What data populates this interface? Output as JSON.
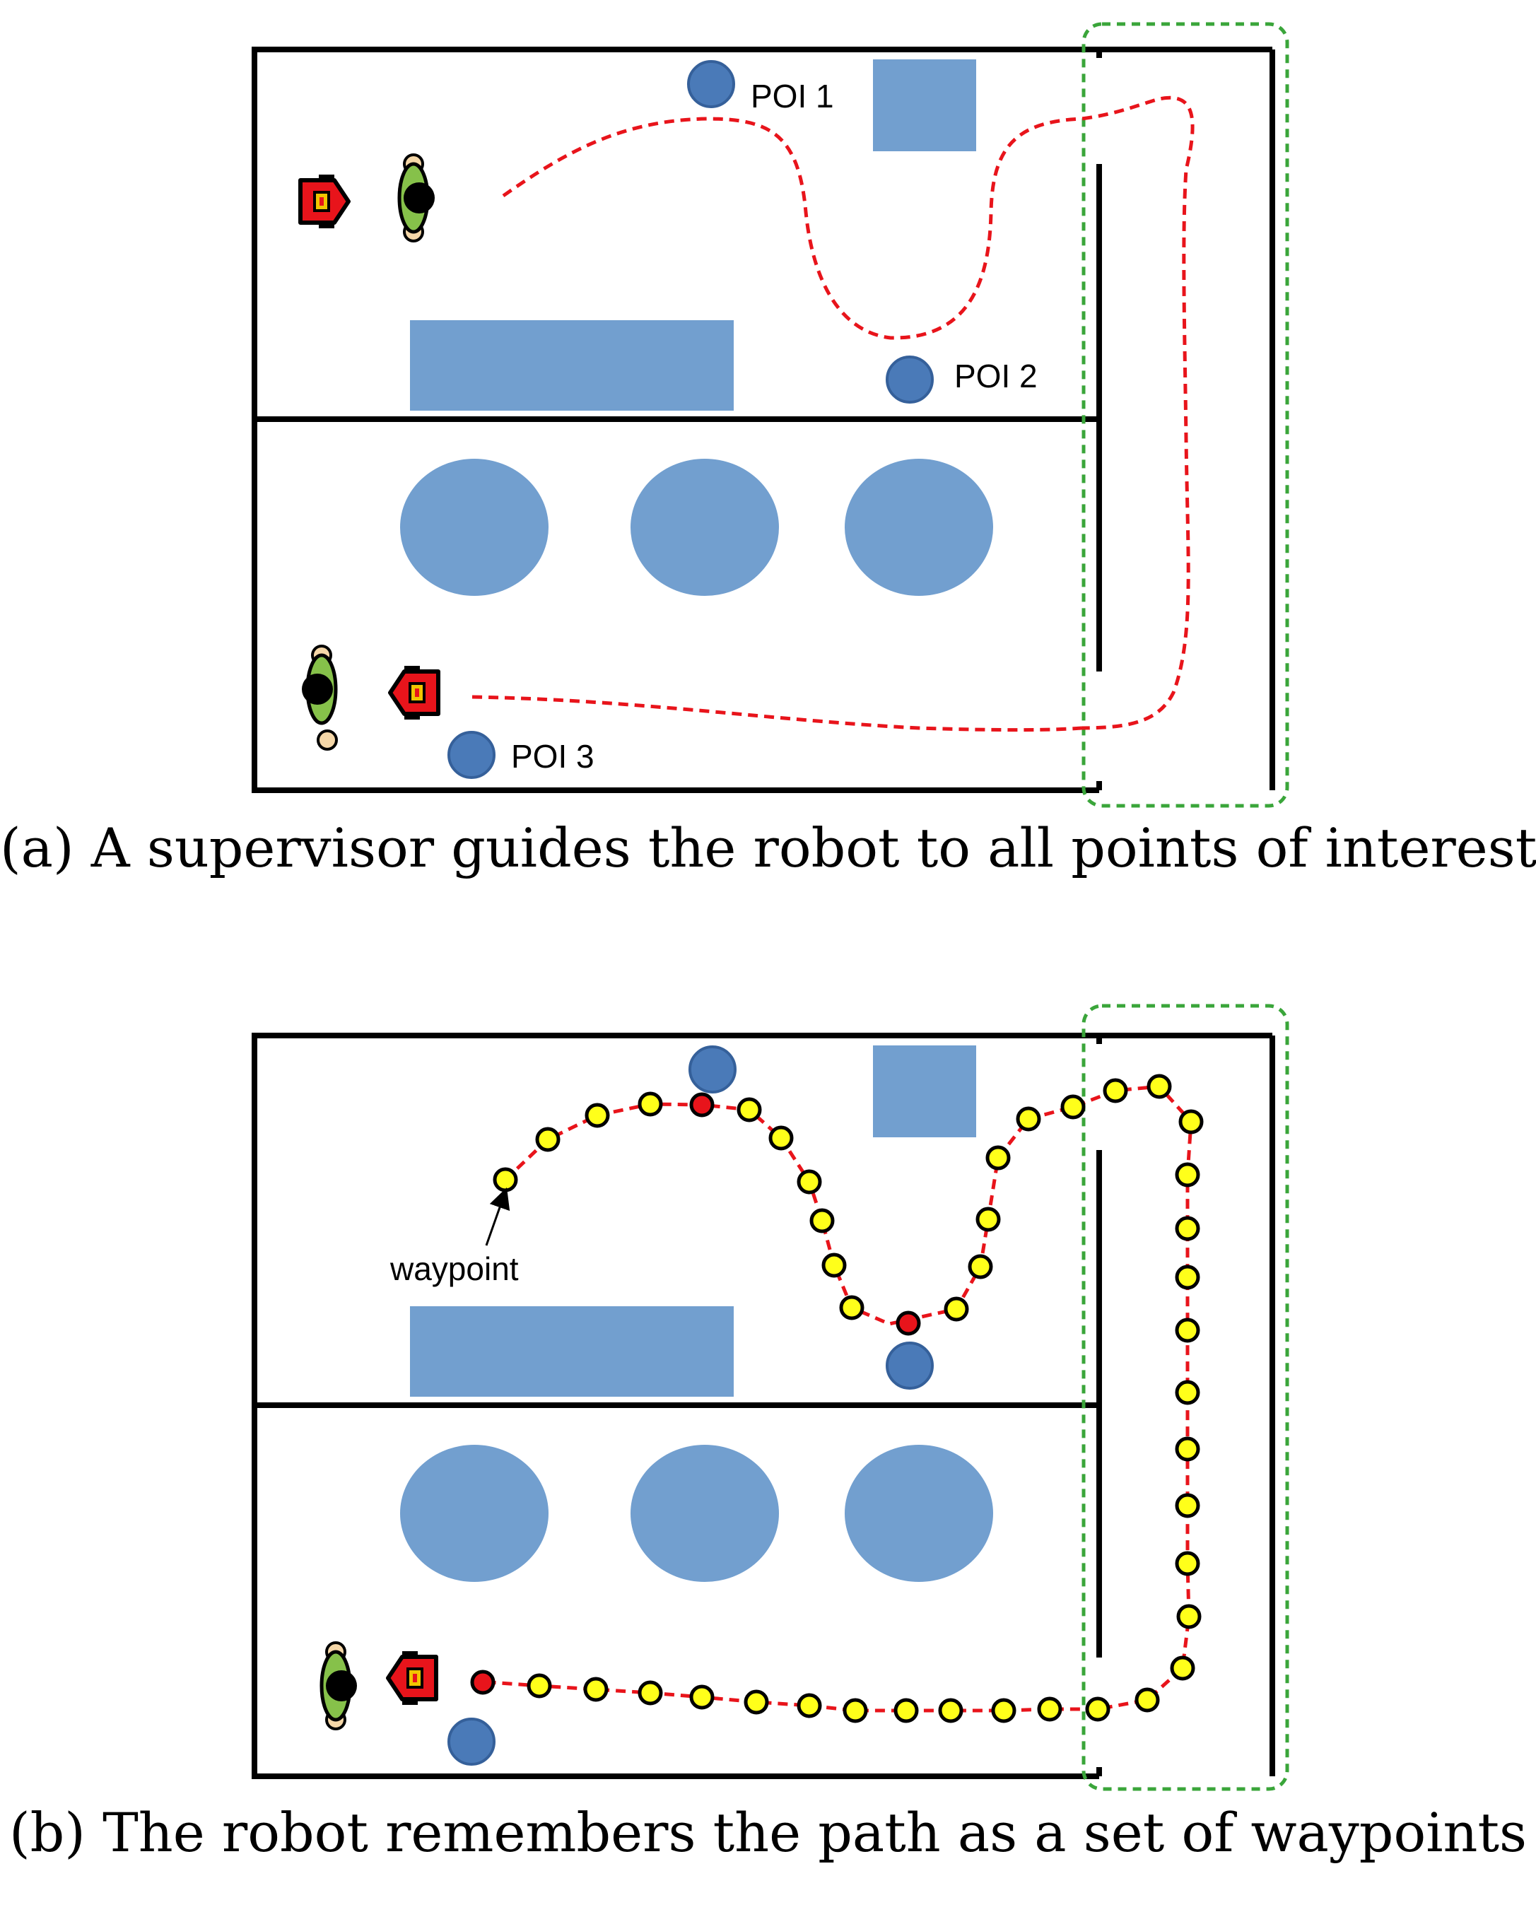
{
  "panel_a": {
    "caption": "(a) A supervisor guides the robot to all points of interest",
    "poi_labels": [
      "POI 1",
      "POI 2",
      "POI 3"
    ]
  },
  "panel_b": {
    "caption": "(b) The robot remembers the path as a set of waypoints",
    "waypoint_label": "waypoint"
  },
  "colors": {
    "path": "#e8141b",
    "waypoint": "#ffff1a",
    "key_waypoint": "#e8141b",
    "obstacle": "#729fcf",
    "poi": "#4a7ab8",
    "region": "#3aa53a",
    "robot": "#e8141b",
    "person": "#86c14a"
  }
}
